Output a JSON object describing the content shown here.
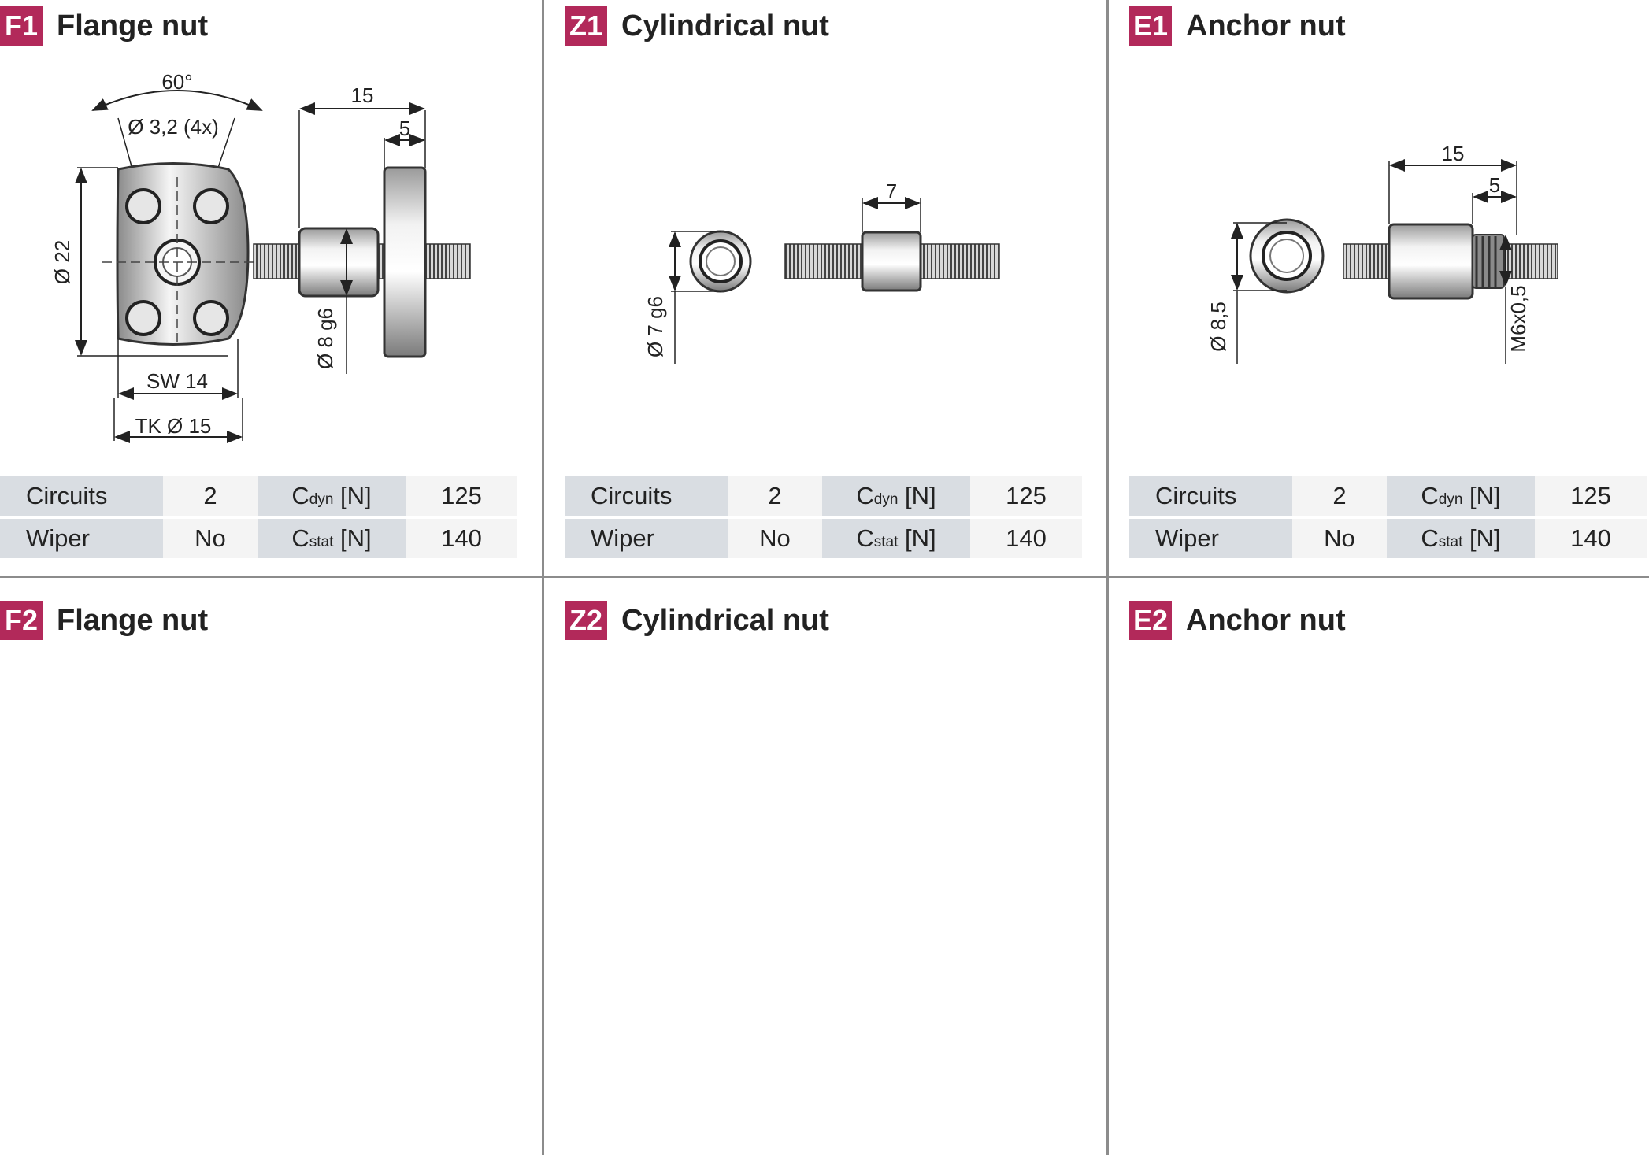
{
  "panels": [
    {
      "id": "F1",
      "title": "Flange nut"
    },
    {
      "id": "Z1",
      "title": "Cylindrical nut"
    },
    {
      "id": "E1",
      "title": "Anchor nut"
    },
    {
      "id": "F2",
      "title": "Flange nut"
    },
    {
      "id": "Z2",
      "title": "Cylindrical nut"
    },
    {
      "id": "E2",
      "title": "Anchor nut"
    }
  ],
  "spec": {
    "circuits_label": "Circuits",
    "circuits_value": "2",
    "wiper_label": "Wiper",
    "wiper_value": "No",
    "cdyn_label_main": "C",
    "cdyn_label_sub": "dyn",
    "cdyn_label_unit": " [N]",
    "cdyn_value": "125",
    "cstat_label_main": "C",
    "cstat_label_sub": "stat",
    "cstat_label_unit": " [N]",
    "cstat_value": "140"
  },
  "dims": {
    "f1": {
      "angle": "60°",
      "hole": "Ø 3,2 (4x)",
      "dia": "Ø 22",
      "sw": "SW 14",
      "tk": "TK Ø 15",
      "len": "15",
      "flange": "5",
      "bore": "Ø 8 g6"
    },
    "z1": {
      "len": "7",
      "dia": "Ø 7 g6"
    },
    "e1": {
      "len": "15",
      "thread_len": "5",
      "dia": "Ø 8,5",
      "thread": "M6x0,5"
    }
  },
  "colors": {
    "badge": "#b2295a",
    "label_bg": "#d9dde2",
    "value_bg": "#f4f4f4",
    "divider": "#8c8c8c"
  }
}
